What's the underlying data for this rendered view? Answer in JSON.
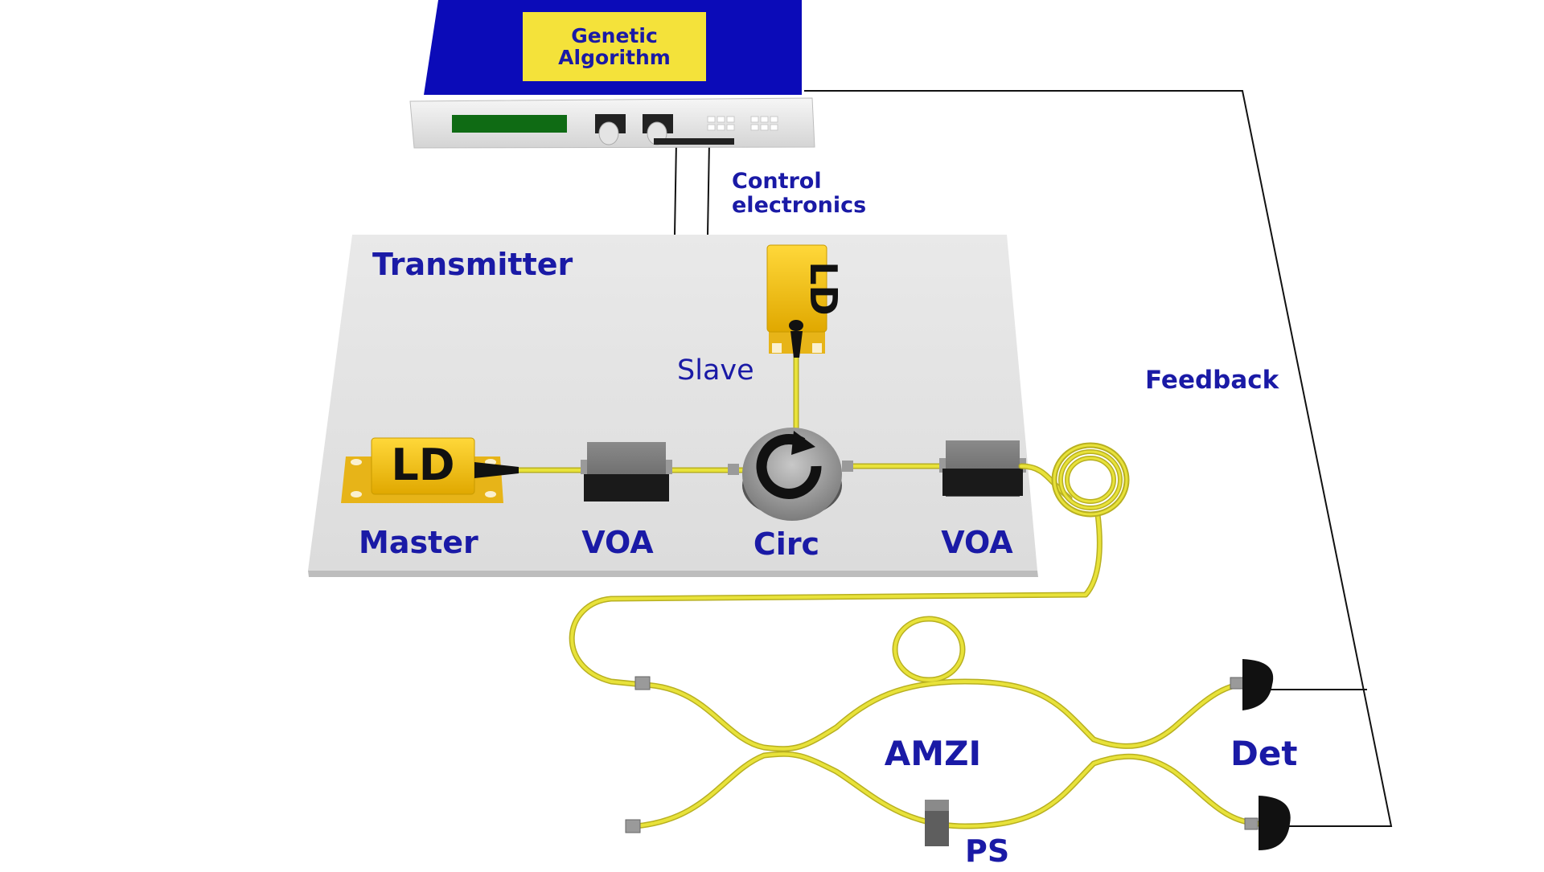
{
  "colors": {
    "label": "#1a1aa6",
    "fiber": "#e8e23a",
    "fiber_edge": "#b8b020",
    "laser_body": "#f3c21b",
    "instrument_blue": "#0b0bb8",
    "instrument_label": "#f4e23a",
    "display": "#0f6b14",
    "board": "#e6e6e6",
    "wire": "#111111"
  },
  "instrument": {
    "label_line1": "Genetic",
    "label_line2": "Algorithm"
  },
  "labels": {
    "control_line1": "Control",
    "control_line2": "electronics",
    "transmitter": "Transmitter",
    "slave": "Slave",
    "slave_ld": "LD",
    "master_ld": "LD",
    "master": "Master",
    "voa_left": "VOA",
    "circ": "Circ",
    "voa_right": "VOA",
    "feedback": "Feedback",
    "amzi": "AMZI",
    "det": "Det",
    "ps": "PS"
  }
}
